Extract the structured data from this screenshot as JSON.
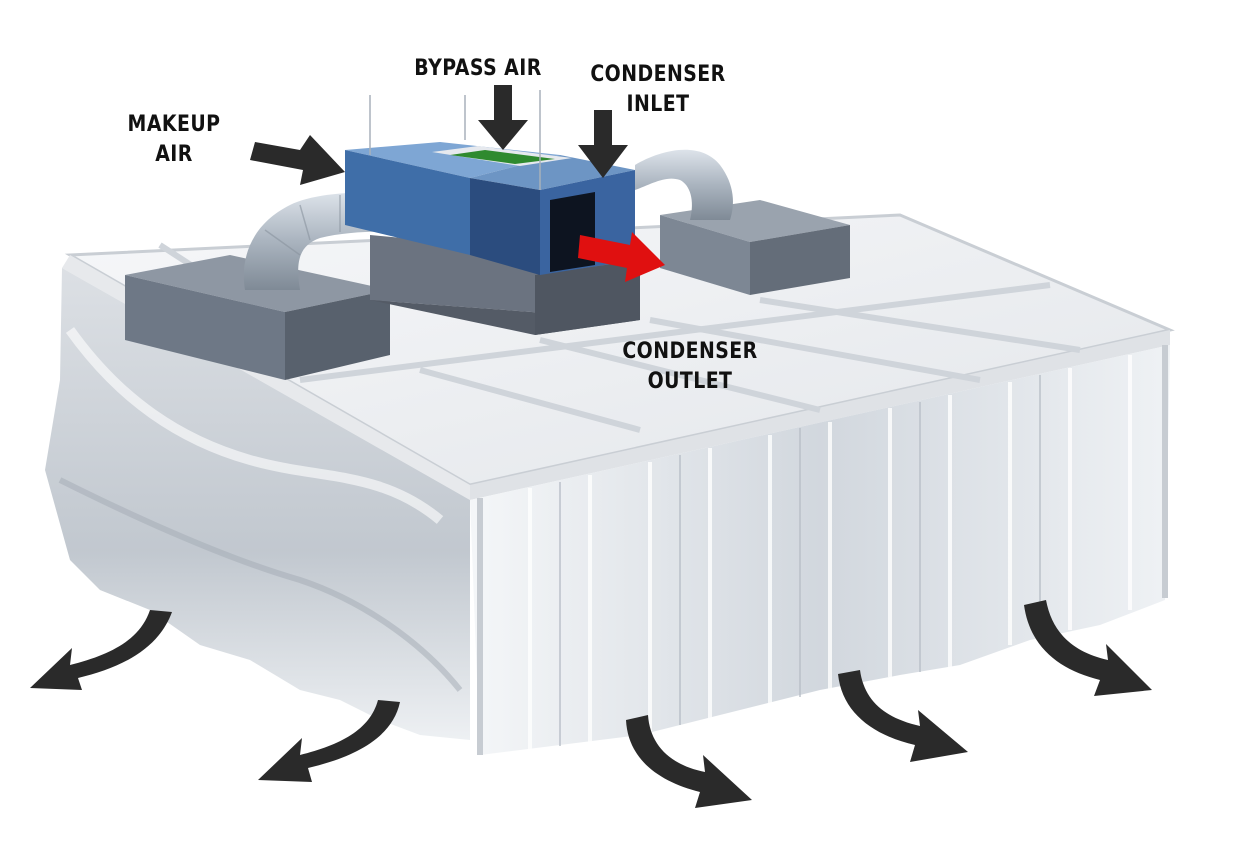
{
  "labels": {
    "bypass_air": "BYPASS AIR",
    "condenser_inlet": [
      "CONDENSER",
      "INLET"
    ],
    "makeup_air": [
      "MAKEUP",
      "AIR"
    ],
    "condenser_outlet": [
      "CONDENSER",
      "OUTLET"
    ]
  },
  "colors": {
    "unit_blue": "#3f6ea8",
    "unit_dark": "#2b4c7e",
    "unit_light": "#7ea6d4",
    "unit_base": "#6b7380",
    "duct": "#b9c2cc",
    "filter_green": "#2f8a2f",
    "outlet_arrow": "#e01010",
    "flow_arrow": "#2a2a2a",
    "roof": "#f2f3f5",
    "curtain": "#dfe3e8"
  },
  "icons": [
    "makeup-air-arrow",
    "bypass-air-arrow",
    "condenser-inlet-arrow",
    "condenser-outlet-arrow",
    "exhaust-arrow"
  ]
}
